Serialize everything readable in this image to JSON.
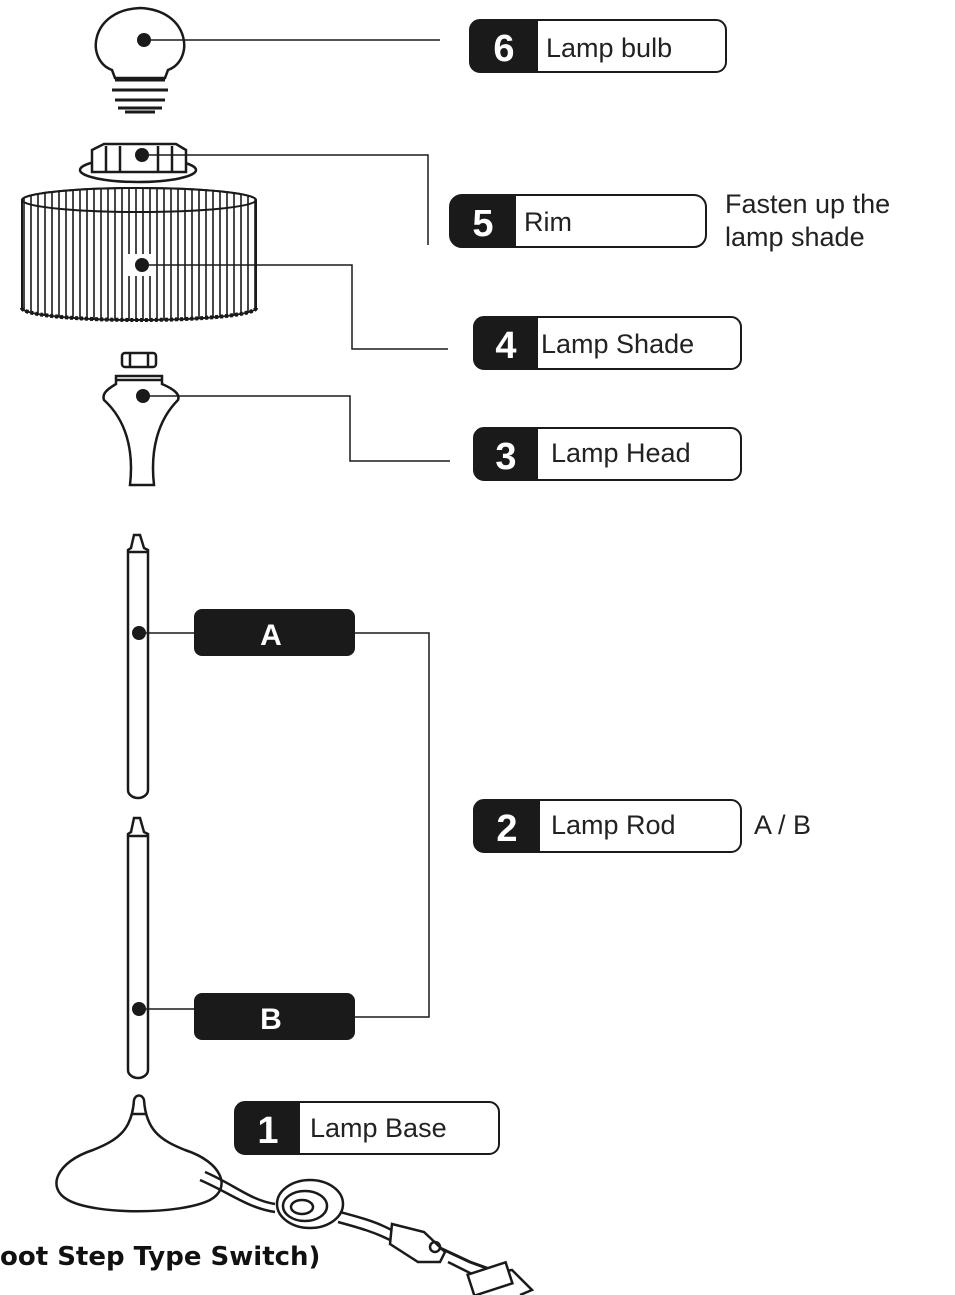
{
  "colors": {
    "ink": "#1a1a1a",
    "badge": "#1a1a1a",
    "paper": "#ffffff"
  },
  "parts": [
    {
      "num": "6",
      "label": "Lamp bulb",
      "icon": "lamp-bulb-icon"
    },
    {
      "num": "5",
      "label": "Rim",
      "note_line1": "Fasten up the",
      "note_line2": "lamp shade",
      "icon": "rim-icon"
    },
    {
      "num": "4",
      "label": "Lamp Shade",
      "icon": "lamp-shade-icon"
    },
    {
      "num": "3",
      "label": "Lamp Head",
      "icon": "lamp-head-icon"
    },
    {
      "num": "2",
      "label": "Lamp Rod",
      "note": "A / B",
      "icon": "lamp-rod-icon"
    },
    {
      "num": "1",
      "label": "Lamp Base",
      "icon": "lamp-base-icon"
    }
  ],
  "rods": {
    "a": "A",
    "b": "B"
  },
  "switch_label": "oot Step Type Switch)"
}
